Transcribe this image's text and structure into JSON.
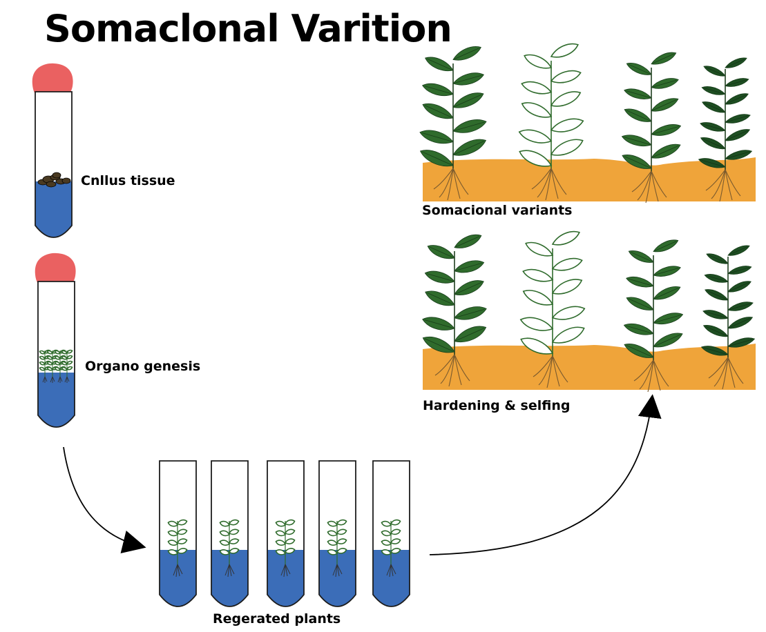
{
  "title": "Somaclonal Varition",
  "labels": {
    "callus": "Cnllus tissue",
    "organo": "Organo genesis",
    "regenerated": "Regerated plants",
    "variants": "Somacional variants",
    "hardening": "Hardening & selfing"
  },
  "colors": {
    "cap": "#ea6161",
    "medium": "#3b6db8",
    "soil": "#efa43a",
    "leaf_dark": "#2f6b2c",
    "leaf_darker": "#1e4e22",
    "outline": "#1c1c1c",
    "callus": "#4a3a22",
    "root": "#7a5a2e"
  },
  "icons": {
    "cap": "test-tube-cap",
    "callus": "callus-blob",
    "plant": "plant-icon",
    "arrow": "arrow-head"
  }
}
